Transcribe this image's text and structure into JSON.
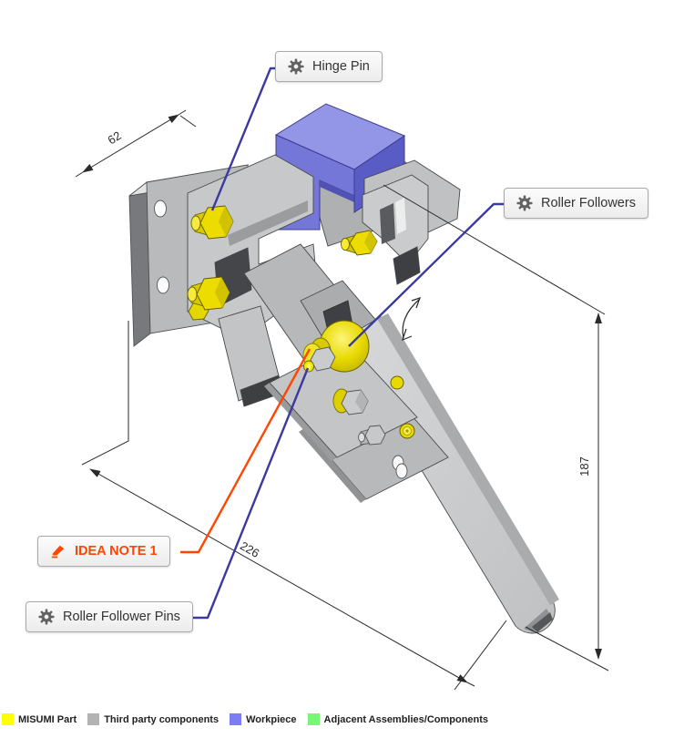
{
  "annotations": {
    "hinge_pin": {
      "label": "Hinge Pin"
    },
    "roller_followers": {
      "label": "Roller Followers"
    },
    "idea_note": {
      "label": "IDEA NOTE 1"
    },
    "roller_follower_pins": {
      "label": "Roller Follower Pins"
    }
  },
  "dimensions": {
    "plate_width": "62",
    "overall_height": "187",
    "overall_length": "226"
  },
  "legend": {
    "items": [
      {
        "label": "MISUMI Part",
        "color": "#ffff00"
      },
      {
        "label": "Third party components",
        "color": "#b3b3b3"
      },
      {
        "label": "Workpiece",
        "color": "#7c7cf4"
      },
      {
        "label": "Adjacent Assemblies/Components",
        "color": "#76f876"
      }
    ]
  },
  "colors": {
    "leader_blue": "#3a3aa0",
    "leader_orange": "#ff4602",
    "part_yellow": "#e8d900",
    "workpiece_blue": "#7477d8",
    "dimension_line": "#2a2a2a"
  }
}
